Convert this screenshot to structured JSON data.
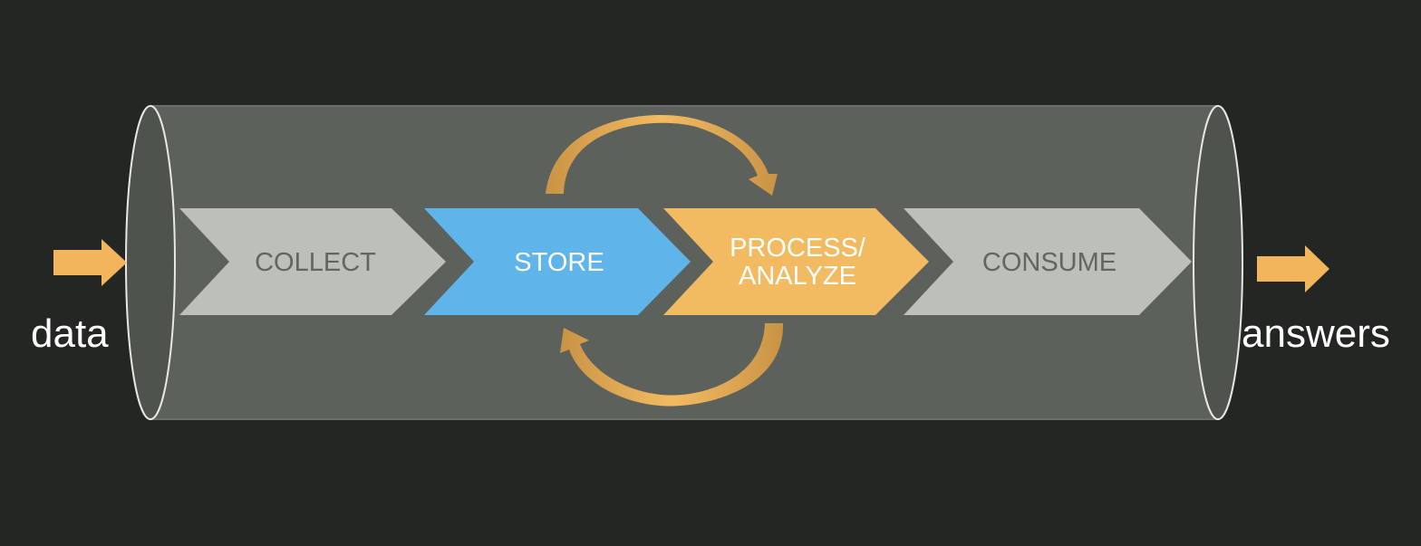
{
  "input_label": "data",
  "output_label": "answers",
  "stages": [
    {
      "id": "collect",
      "label": "COLLECT"
    },
    {
      "id": "store",
      "label": "STORE"
    },
    {
      "id": "process",
      "label_line1": "PROCESS/",
      "label_line2": "ANALYZE"
    },
    {
      "id": "consume",
      "label": "CONSUME"
    }
  ],
  "colors": {
    "background": "#232622",
    "pipe_fill": "#5d615b",
    "pipe_outline": "#e8e8e4",
    "pipe_end_fill": "#4f534d",
    "collect_fill": "#bdc0ba",
    "collect_text": "#62665f",
    "store_fill": "#5fb4ea",
    "store_text": "#ffffff",
    "process_fill": "#f2bb62",
    "process_text": "#ffffff",
    "consume_fill": "#bdc0ba",
    "consume_text": "#62665f",
    "arrow": "#f2b55c",
    "cycle_arrow": "#e4a84f",
    "text": "#ffffff"
  }
}
